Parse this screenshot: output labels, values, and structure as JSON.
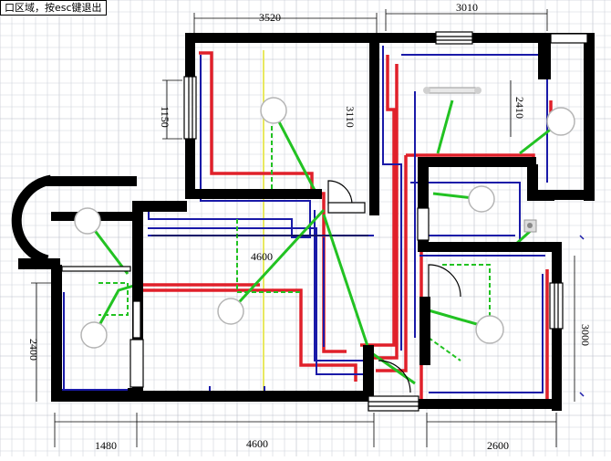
{
  "tooltip": "口区域，按esc键退出",
  "dimensions": {
    "top_left": "3520",
    "top_right": "3010",
    "left_window": "1150",
    "room_height": "3110",
    "right_room": "2410",
    "living_width": "4600",
    "left_room_height": "2400",
    "right_lower": "3000",
    "bottom_left": "1480",
    "bottom_mid": "4600",
    "bottom_right": "2600"
  },
  "colors": {
    "wall": "#000000",
    "red_wire": "#e0202a",
    "blue_wire": "#1a1aa8",
    "green_wire": "#22c222",
    "green_dash": "#22c222",
    "yellow_line": "#e8e860",
    "grid": "#d0d4dc",
    "grid_major": "#b8bcc8"
  }
}
